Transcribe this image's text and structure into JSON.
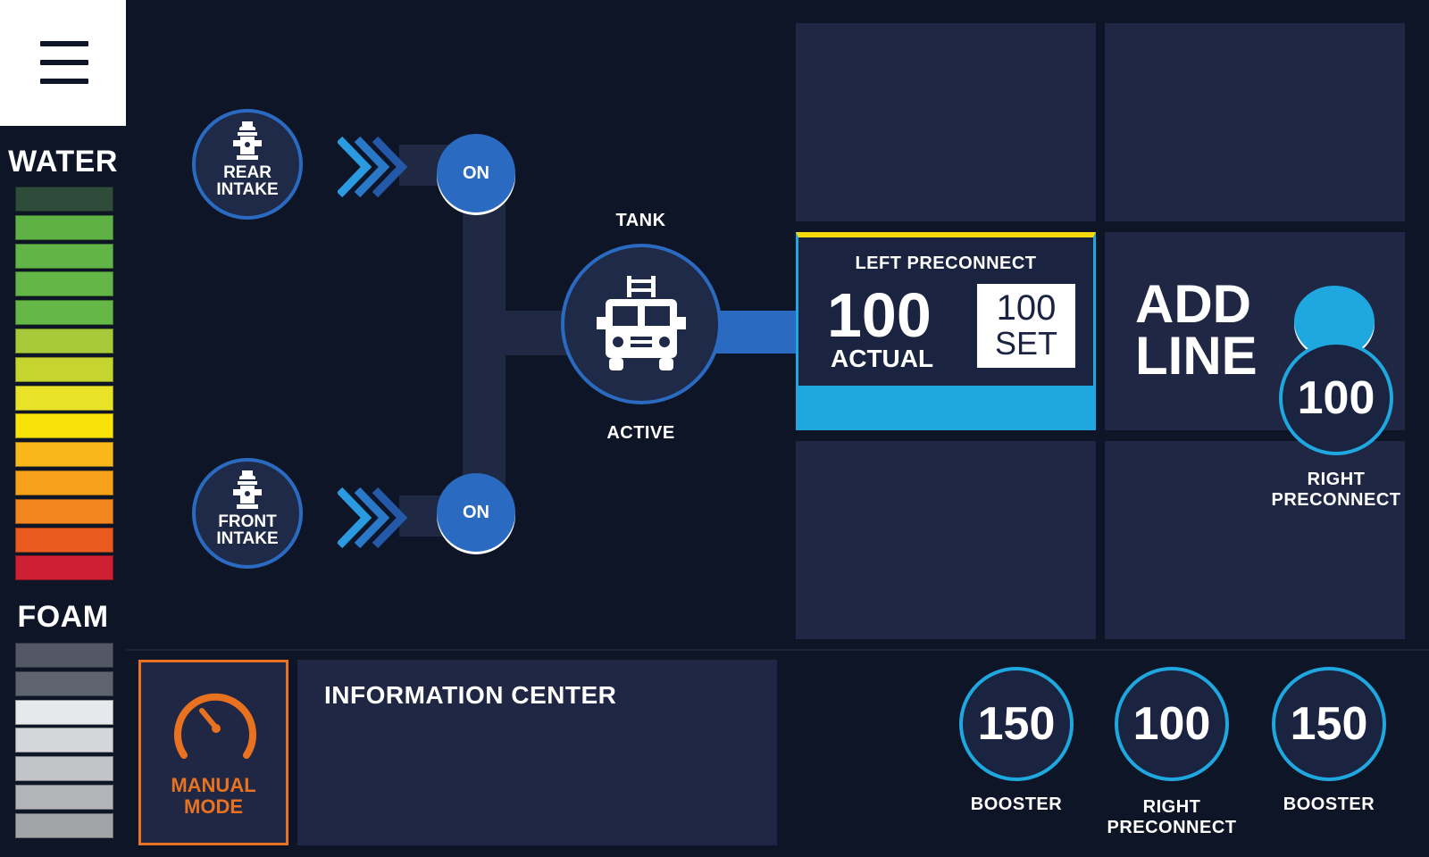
{
  "sidebar": {
    "water_title": "WATER",
    "foam_title": "FOAM",
    "water_levels": [
      "#2f4b3a",
      "#5fb145",
      "#61b446",
      "#63b646",
      "#65b846",
      "#a7c93a",
      "#c5d42e",
      "#e9e327",
      "#f9e10a",
      "#f9b71c",
      "#f5a21a",
      "#f4861f",
      "#ea5a1f",
      "#cf1f32"
    ],
    "foam_levels": [
      "#525866",
      "#5d636f",
      "#e6e8ec",
      "#d4d6da",
      "#c2c4c8",
      "#b2b4b8",
      "#a2a4a8"
    ]
  },
  "intakes": {
    "rear": {
      "label_line1": "REAR",
      "label_line2": "INTAKE",
      "status": "ON"
    },
    "front": {
      "label_line1": "FRONT",
      "label_line2": "INTAKE",
      "status": "ON"
    }
  },
  "tank": {
    "title": "TANK",
    "status": "ACTIVE"
  },
  "left_preconnect": {
    "title": "LEFT PRECONNECT",
    "actual_value": "100",
    "actual_label": "ACTUAL",
    "set_value": "100",
    "set_label": "SET"
  },
  "add_line": {
    "line1": "ADD",
    "line2": "LINE"
  },
  "right_preconnect_top": {
    "value": "100",
    "label_line1": "RIGHT",
    "label_line2": "PRECONNECT"
  },
  "manual_mode": {
    "line1": "MANUAL",
    "line2": "MODE",
    "color": "#e8721f"
  },
  "info_center": {
    "title": "INFORMATION CENTER"
  },
  "bottom_gauges": [
    {
      "value": "150",
      "label_line1": "BOOSTER",
      "label_line2": ""
    },
    {
      "value": "100",
      "label_line1": "RIGHT",
      "label_line2": "PRECONNECT"
    },
    {
      "value": "150",
      "label_line1": "BOOSTER",
      "label_line2": ""
    }
  ],
  "colors": {
    "accent_blue": "#2a6bc1",
    "cyan": "#1fa8e0",
    "yellow": "#f5d90a",
    "background": "#0e1527",
    "tile": "#1f2744"
  }
}
